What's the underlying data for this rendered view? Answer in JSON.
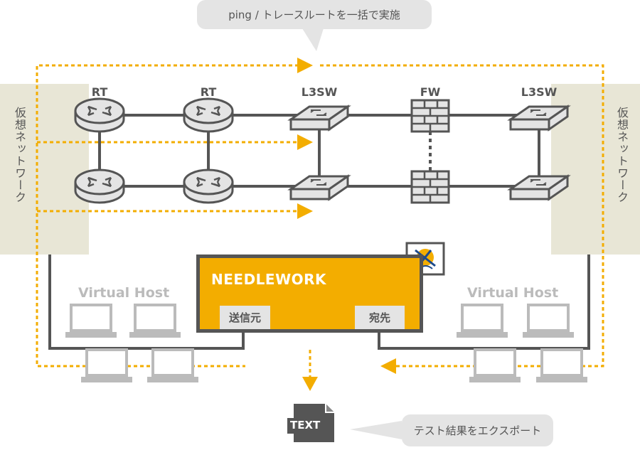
{
  "callout_top": "ping / トレースルートを一括で実施",
  "callout_bottom": "テスト結果をエクスポート",
  "virtual_network_label": "仮想ネットワーク",
  "virtual_host_label": "Virtual Host",
  "nodes": {
    "rt1": "RT",
    "rt2": "RT",
    "l3sw1": "L3SW",
    "fw": "FW",
    "l3sw2": "L3SW"
  },
  "needlework": {
    "title": "NEEDLEWORK",
    "source_label": "送信元",
    "destination_label": "宛先"
  },
  "export_file_label": "TEXT",
  "colors": {
    "accent": "#f3ad00",
    "line": "#555555",
    "device_fill": "#e4e4e4",
    "virtual_network_bg": "#e8e6d6",
    "host_gray": "#bbbbbb"
  }
}
